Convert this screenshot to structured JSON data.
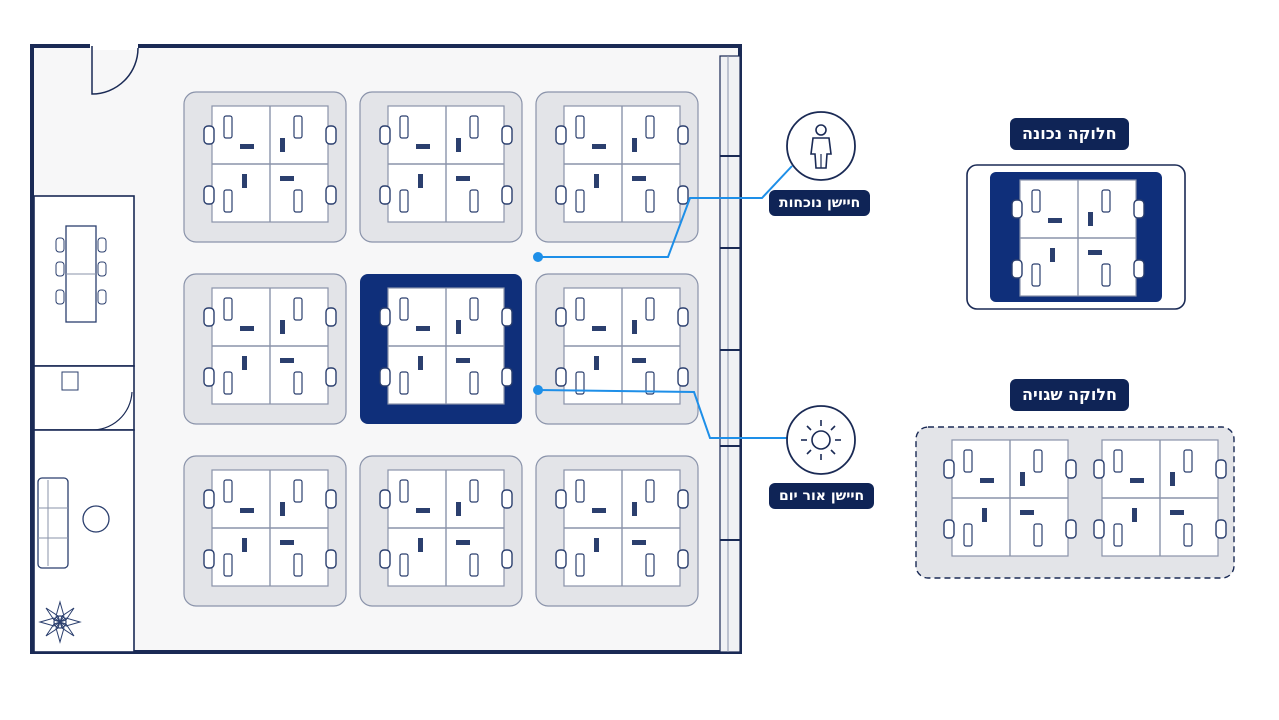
{
  "labels": {
    "occupancy_sensor": "חיישן נוכחות",
    "daylight_sensor": "חיישן אור יום",
    "correct_zoning": "חלוקה נכונה",
    "wrong_zoning": "חלוקה שגויה"
  },
  "icons": {
    "occupancy": "person-icon",
    "daylight": "sun-icon",
    "plant": "plant-icon"
  },
  "colors": {
    "navy": "#0f2f7a",
    "dark_navy": "#1a2a55",
    "sensor_blue": "#1e8fe8",
    "zone_fill": "#e3e4e8",
    "floor": "#f7f7f8"
  },
  "zones": {
    "count": 9,
    "highlighted_zone": 5
  }
}
